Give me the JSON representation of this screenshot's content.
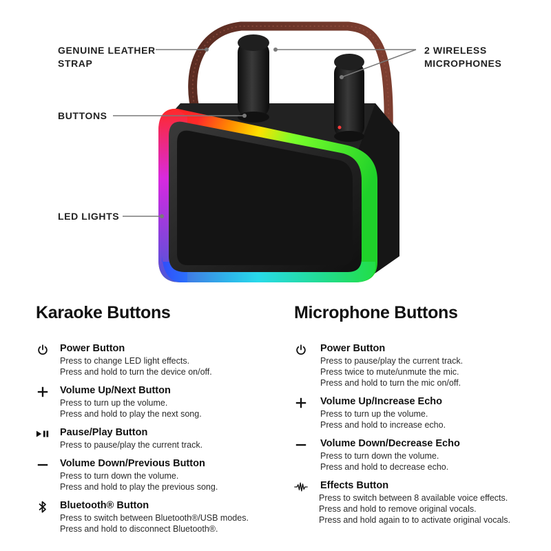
{
  "callouts": {
    "strap": [
      "GENUINE LEATHER",
      "STRAP"
    ],
    "microphones": [
      "2 WIRELESS",
      "MICROPHONES"
    ],
    "buttons": "BUTTONS",
    "led": "LED LIGHTS"
  },
  "karaoke": {
    "title": "Karaoke Buttons",
    "items": [
      {
        "icon": "power-icon",
        "title": "Power Button",
        "lines": [
          "Press to change LED light effects.",
          "Press and hold to turn the device on/off."
        ]
      },
      {
        "icon": "plus-icon",
        "title": "Volume Up/Next Button",
        "lines": [
          "Press to turn up the volume.",
          "Press and hold to play the next song."
        ]
      },
      {
        "icon": "play-pause-icon",
        "title": "Pause/Play Button",
        "lines": [
          "Press to pause/play the current track."
        ]
      },
      {
        "icon": "minus-icon",
        "title": "Volume Down/Previous Button",
        "lines": [
          "Press to turn down the volume.",
          "Press and hold to play the previous song."
        ]
      },
      {
        "icon": "bluetooth-icon",
        "title": "Bluetooth® Button",
        "lines": [
          "Press to switch between Bluetooth®/USB modes.",
          "Press and hold to disconnect Bluetooth®."
        ]
      }
    ]
  },
  "microphone": {
    "title": "Microphone Buttons",
    "items": [
      {
        "icon": "power-icon",
        "title": "Power Button",
        "lines": [
          "Press to pause/play the current track.",
          "Press twice to mute/unmute the mic.",
          "Press and hold to turn the mic on/off."
        ]
      },
      {
        "icon": "plus-icon",
        "title": "Volume Up/Increase Echo",
        "lines": [
          "Press to turn up the volume.",
          "Press and hold to increase echo."
        ]
      },
      {
        "icon": "minus-icon",
        "title": "Volume Down/Decrease Echo",
        "lines": [
          "Press to turn down the volume.",
          "Press and hold to decrease echo."
        ]
      },
      {
        "icon": "waveform-icon",
        "title": "Effects Button",
        "lines": [
          "Press to switch between 8 available voice effects.",
          "Press and hold to remove original vocals.",
          "Press and hold again to to activate original vocals."
        ]
      }
    ]
  }
}
